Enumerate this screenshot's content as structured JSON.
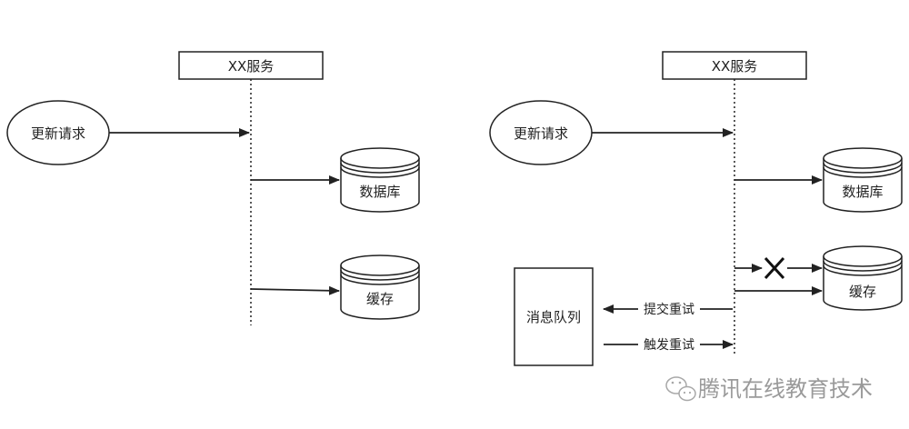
{
  "left": {
    "service": "XX服务",
    "request": "更新请求",
    "database": "数据库",
    "cache": "缓存"
  },
  "right": {
    "service": "XX服务",
    "request": "更新请求",
    "database": "数据库",
    "cache": "缓存",
    "queue": "消息队列",
    "submit_retry": "提交重试",
    "trigger_retry": "触发重试"
  },
  "watermark": "腾讯在线教育技术",
  "icons": {
    "blocked": "cross-icon",
    "watermark": "wechat-icon"
  }
}
